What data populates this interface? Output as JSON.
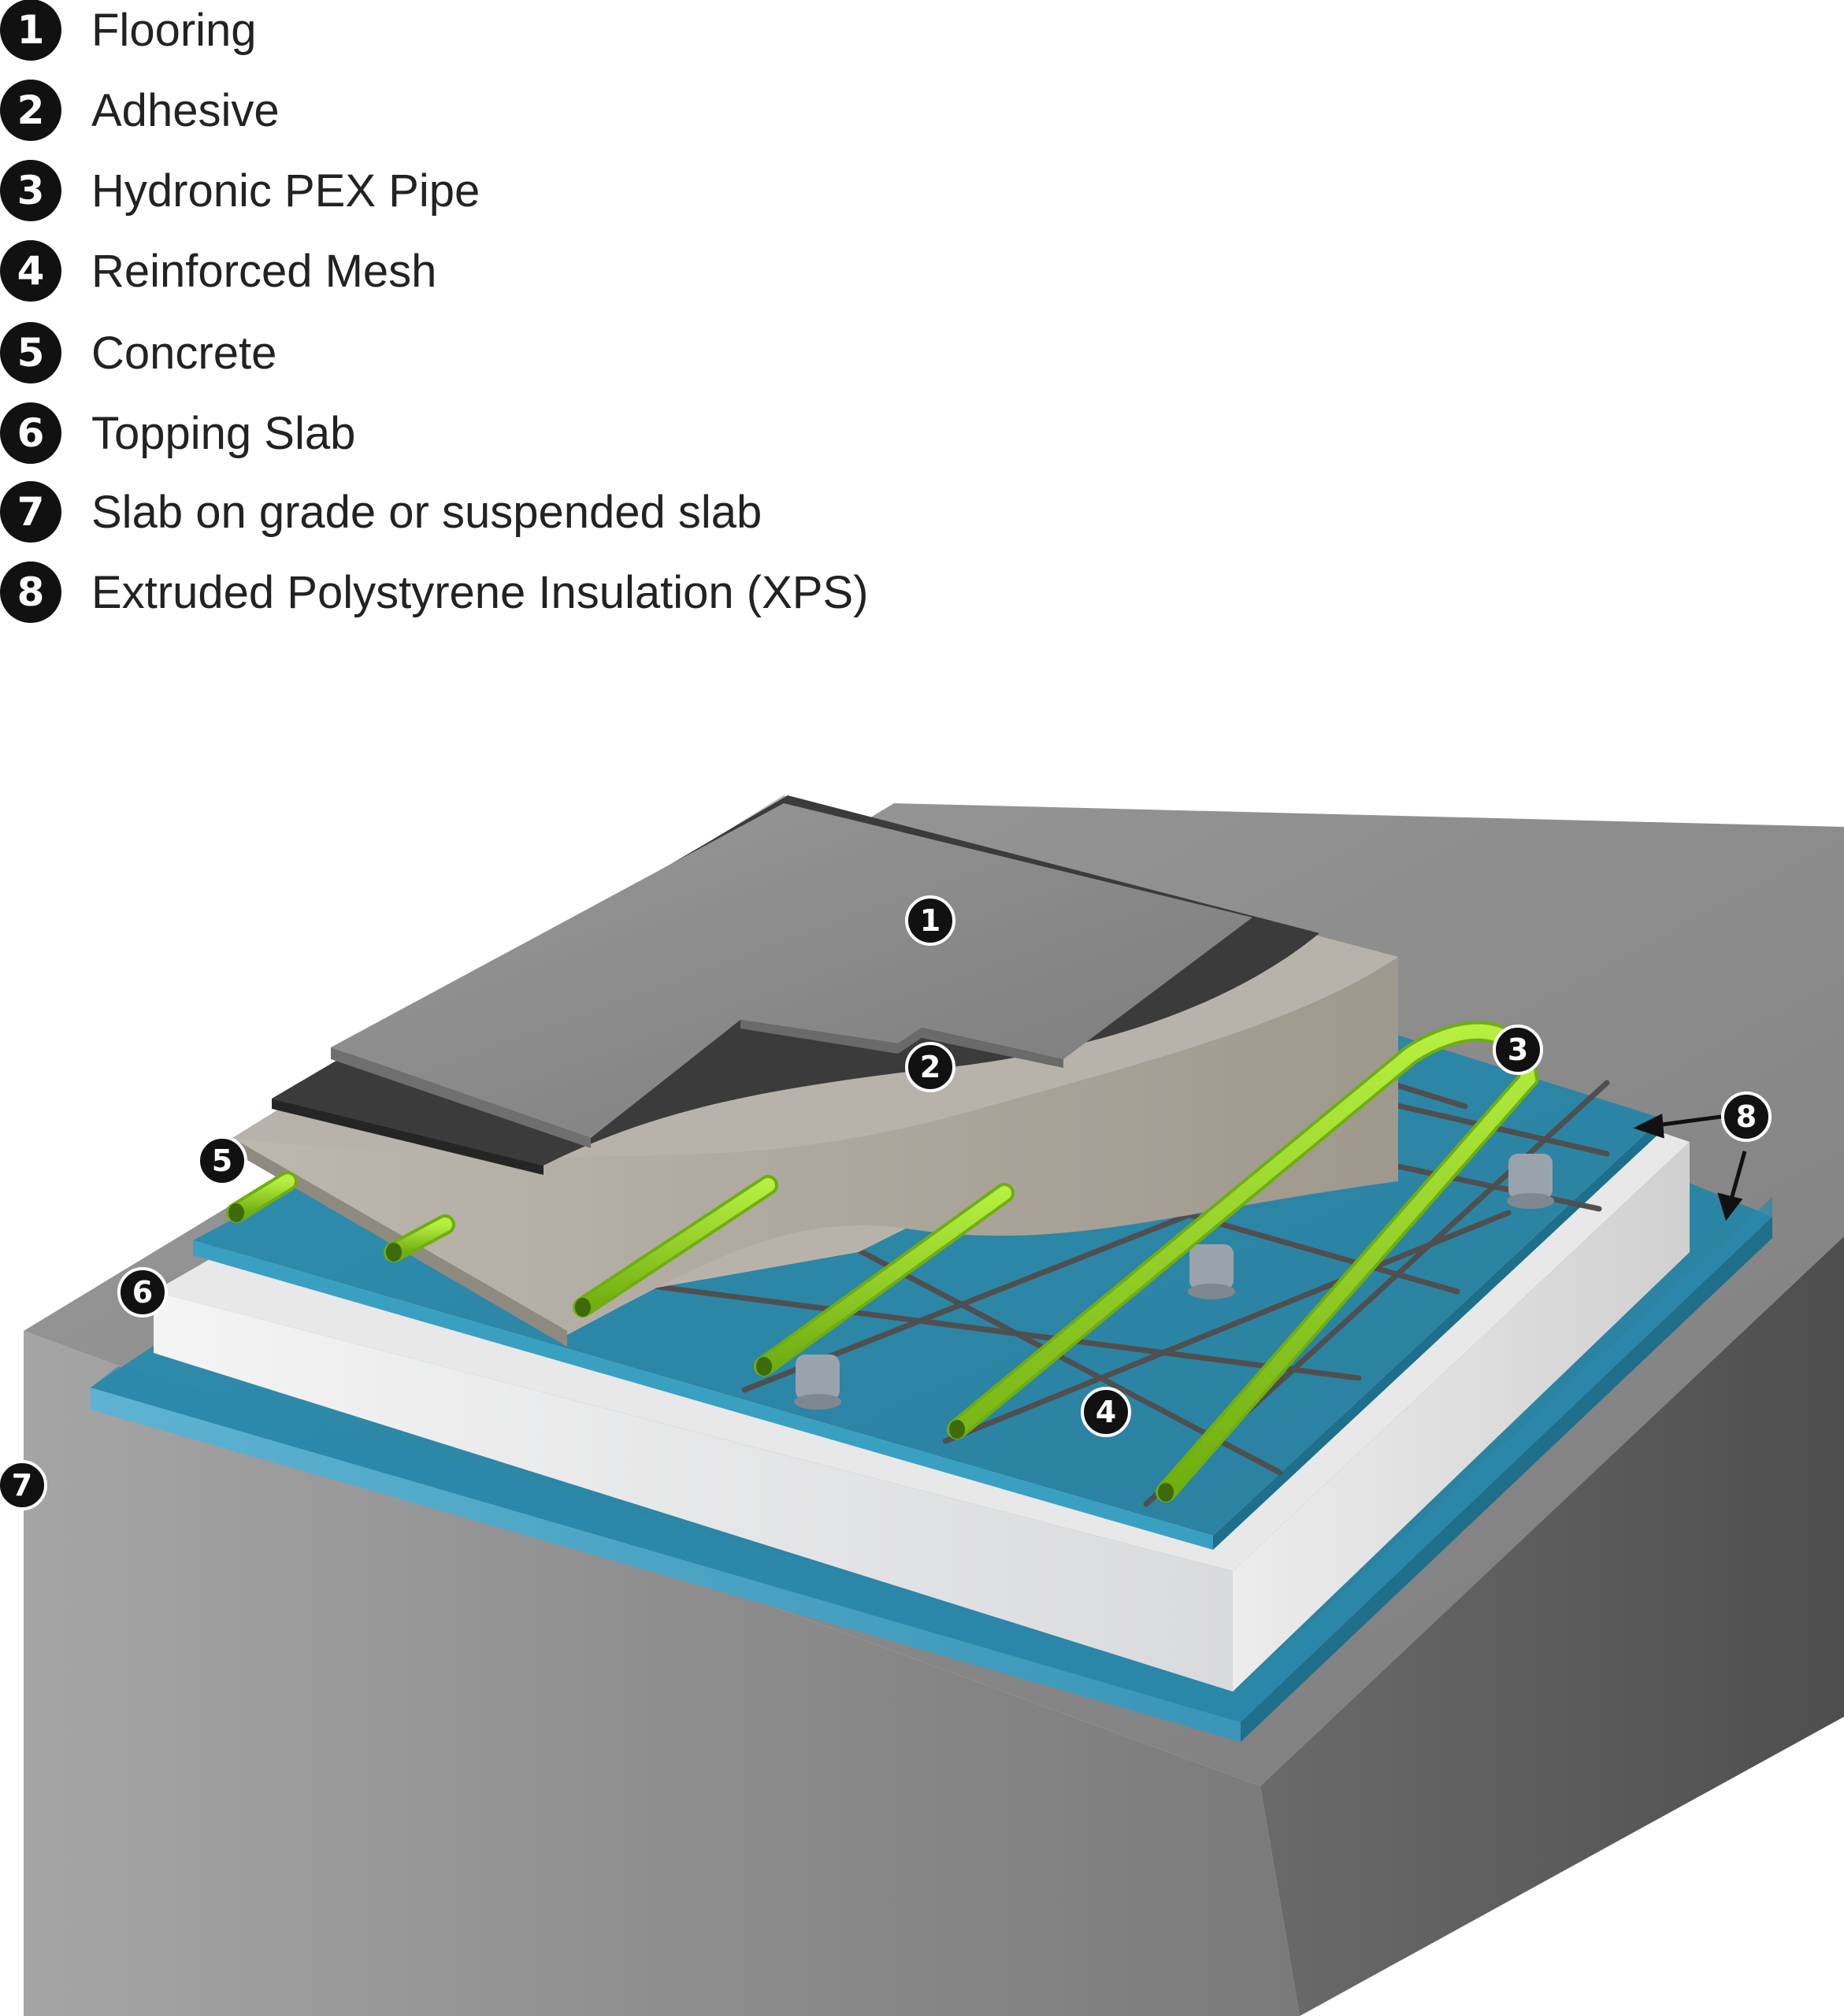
{
  "legend": {
    "items": [
      {
        "number": "1",
        "label": "Flooring"
      },
      {
        "number": "2",
        "label": "Adhesive"
      },
      {
        "number": "3",
        "label": "Hydronic PEX Pipe"
      },
      {
        "number": "4",
        "label": "Reinforced Mesh"
      },
      {
        "number": "5",
        "label": "Concrete"
      },
      {
        "number": "6",
        "label": "Topping Slab"
      },
      {
        "number": "7",
        "label": "Slab on grade or suspended slab"
      },
      {
        "number": "8",
        "label": "Extruded Polystyrene Insulation (XPS)"
      }
    ]
  },
  "callouts": {
    "c1": "1",
    "c2": "2",
    "c3": "3",
    "c4": "4",
    "c5": "5",
    "c6": "6",
    "c7": "7",
    "c8": "8"
  },
  "colors": {
    "badge": "#111111",
    "concrete_base": "#8c8c8c",
    "xps_blue": "#3c9cbd",
    "topping_white": "#f2f2f2",
    "concrete_slab": "#aaa59b",
    "adhesive": "#3d3d3d",
    "flooring": "#8a8a8a",
    "pex_green": "#8ad11d",
    "mesh": "#555555"
  }
}
